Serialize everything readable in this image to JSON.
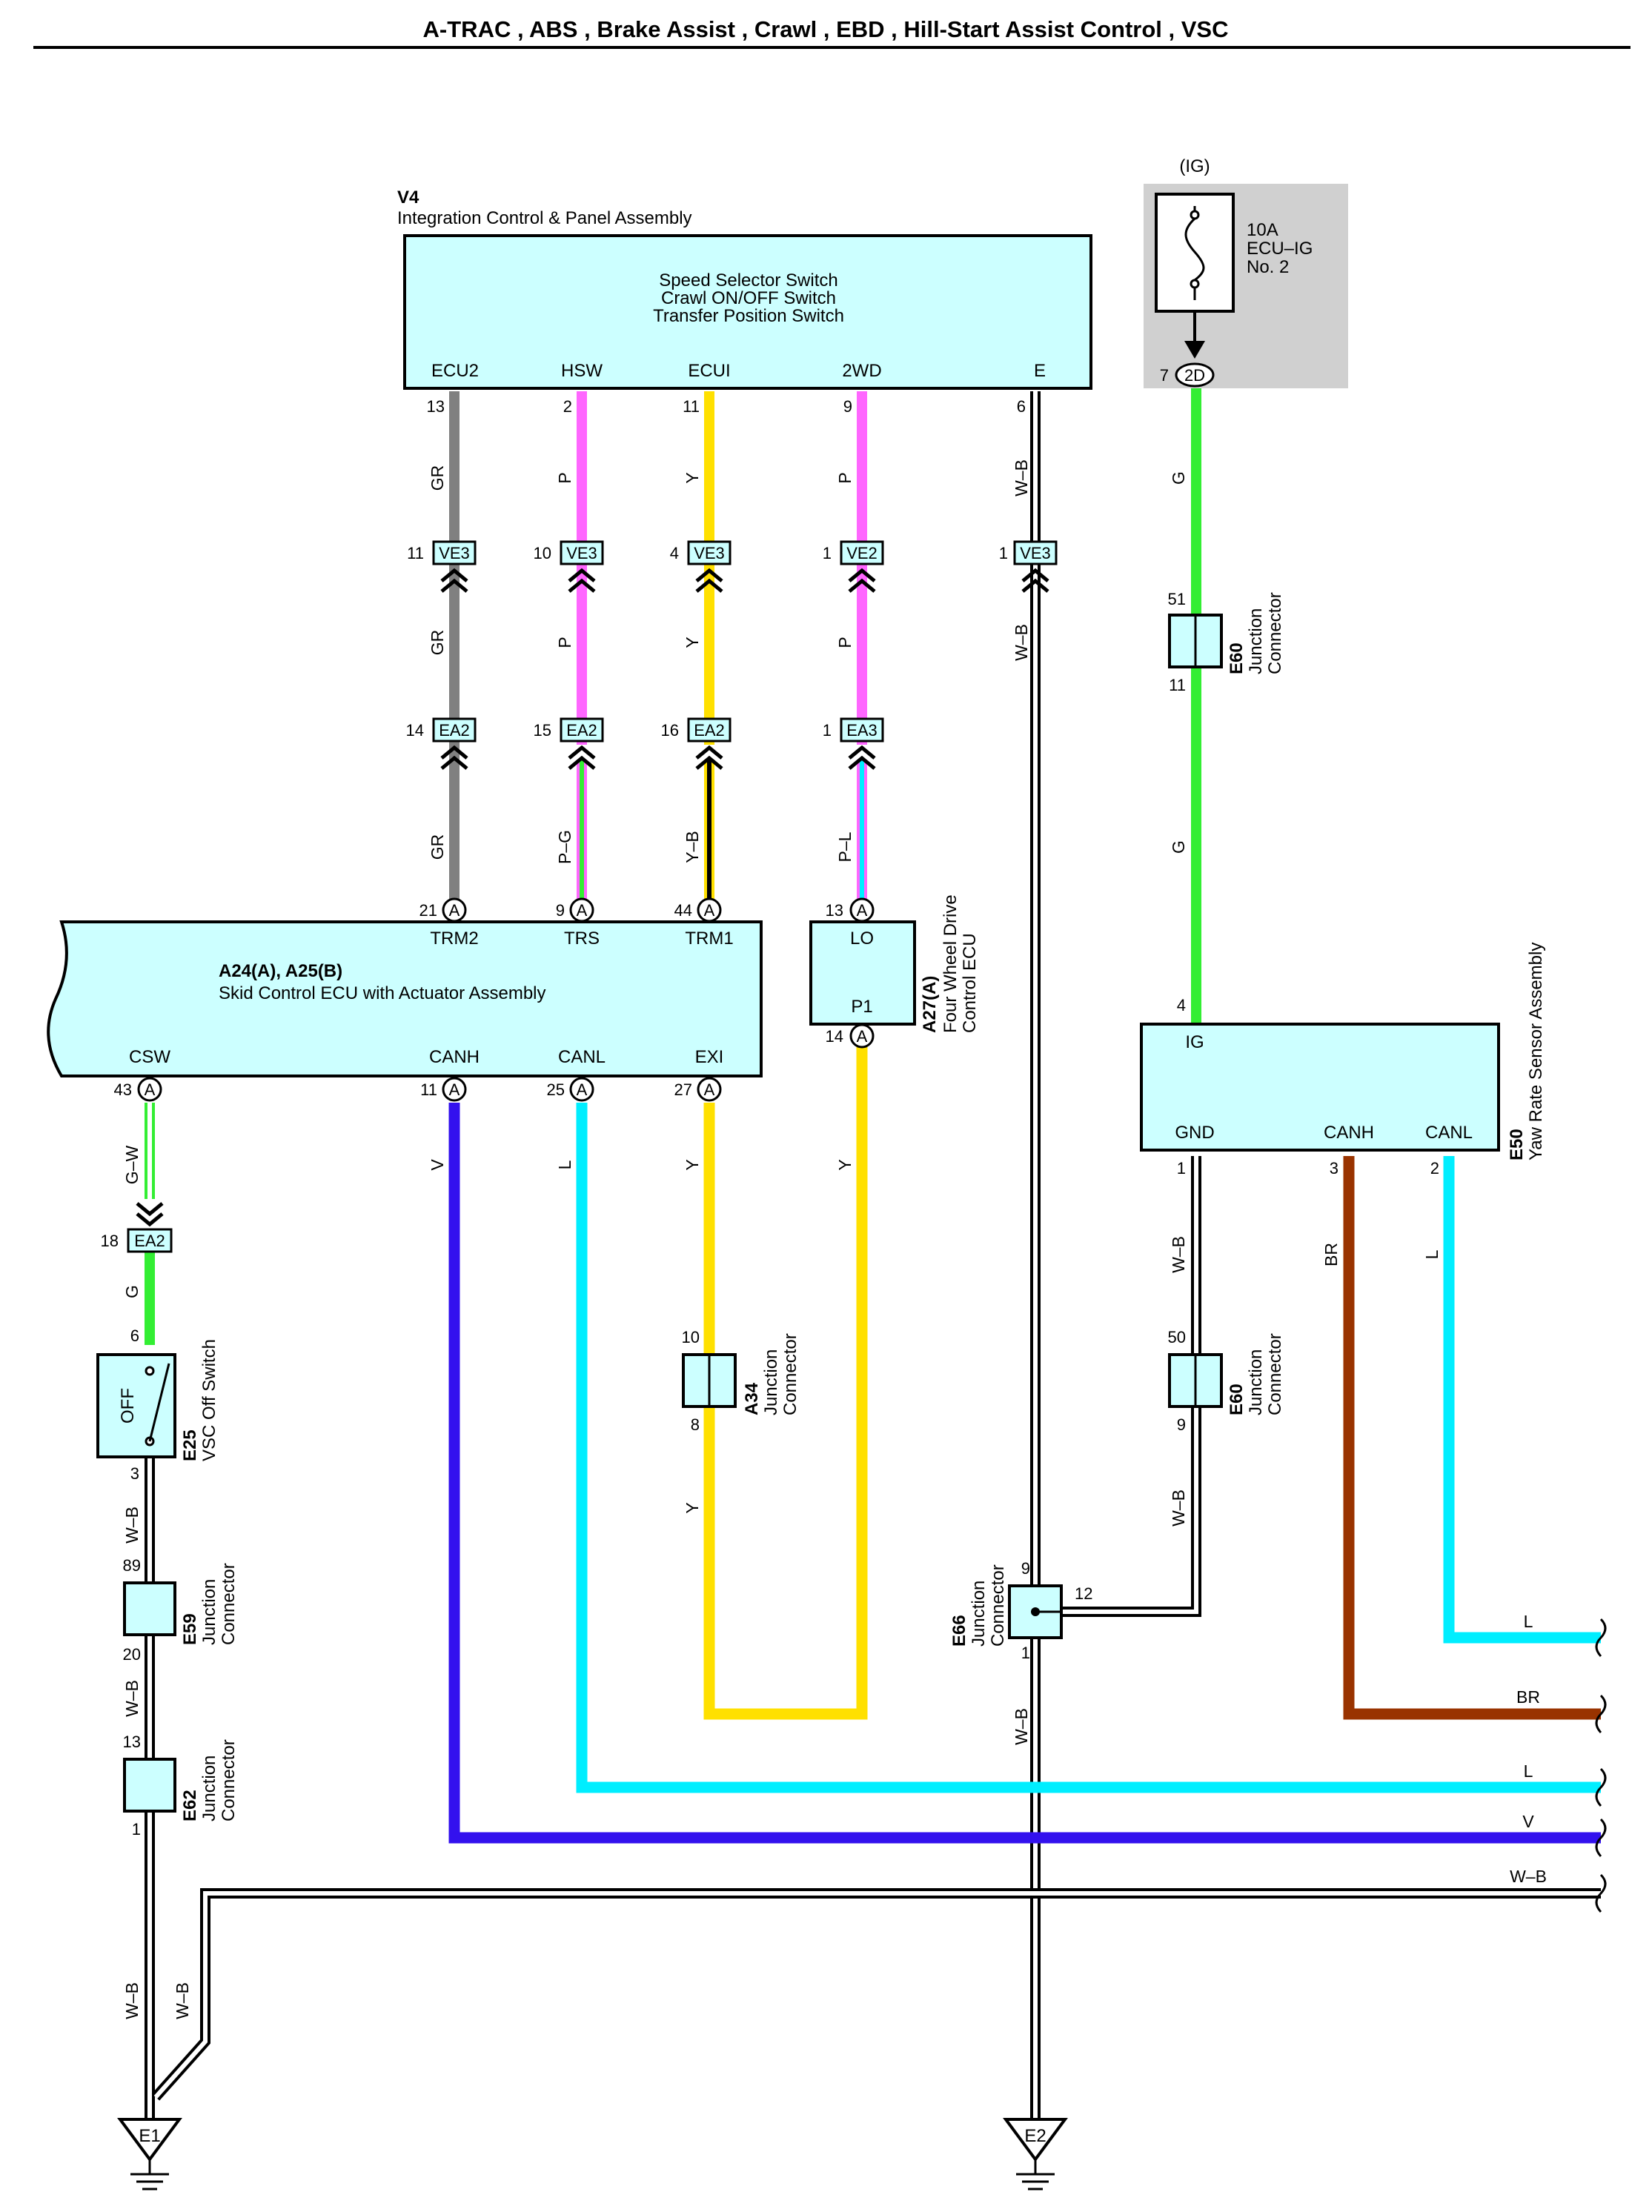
{
  "title": "A-TRAC , ABS , Brake Assist , Crawl , EBD , Hill-Start Assist Control , VSC",
  "v4": {
    "code": "V4",
    "name": "Integration Control & Panel Assembly",
    "functions": [
      "Speed Selector Switch",
      "Crawl ON/OFF Switch",
      "Transfer Position Switch"
    ],
    "terminals": [
      {
        "name": "ECU2",
        "pin": "13"
      },
      {
        "name": "HSW",
        "pin": "2"
      },
      {
        "name": "ECUI",
        "pin": "11"
      },
      {
        "name": "2WD",
        "pin": "9"
      },
      {
        "name": "E",
        "pin": "6"
      }
    ]
  },
  "fuse": {
    "header": "(IG)",
    "rating": "10A",
    "name1": "ECU–IG",
    "name2": "No. 2",
    "pin": "7",
    "connector": "2D"
  },
  "connectors_ve": [
    {
      "pin": "11",
      "code": "VE3"
    },
    {
      "pin": "10",
      "code": "VE3"
    },
    {
      "pin": "4",
      "code": "VE3"
    },
    {
      "pin": "1",
      "code": "VE2"
    },
    {
      "pin": "1",
      "code": "VE3"
    }
  ],
  "connectors_ea": [
    {
      "pin": "14",
      "code": "EA2"
    },
    {
      "pin": "15",
      "code": "EA2"
    },
    {
      "pin": "16",
      "code": "EA2"
    },
    {
      "pin": "1",
      "code": "EA3"
    }
  ],
  "skid_ecu": {
    "code": "A24(A), A25(B)",
    "name": "Skid Control ECU with Actuator Assembly",
    "top_terminals": [
      {
        "name": "TRM2",
        "pin": "21",
        "conn": "A"
      },
      {
        "name": "TRS",
        "pin": "9",
        "conn": "A"
      },
      {
        "name": "TRM1",
        "pin": "44",
        "conn": "A"
      }
    ],
    "bottom_terminals": [
      {
        "name": "CSW",
        "pin": "43",
        "conn": "A"
      },
      {
        "name": "CANH",
        "pin": "11",
        "conn": "A"
      },
      {
        "name": "CANL",
        "pin": "25",
        "conn": "A"
      },
      {
        "name": "EXI",
        "pin": "27",
        "conn": "A"
      }
    ]
  },
  "fwd_ecu": {
    "code": "A27(A)",
    "name1": "Four Wheel Drive",
    "name2": "Control ECU",
    "t_top": "LO",
    "t_bottom": "P1",
    "pin_top": "13",
    "pin_bottom": "14",
    "conn": "A"
  },
  "yaw": {
    "code": "E50",
    "name": "Yaw Rate Sensor Assembly",
    "terminals": [
      {
        "name": "IG",
        "pin": "4"
      },
      {
        "name": "GND",
        "pin": "1"
      },
      {
        "name": "CANH",
        "pin": "3"
      },
      {
        "name": "CANL",
        "pin": "2"
      }
    ]
  },
  "junctions": {
    "e60_upper": {
      "code": "E60",
      "l1": "Junction",
      "l2": "Connector",
      "pin_top": "51",
      "pin_bottom": "11"
    },
    "e60_lower": {
      "code": "E60",
      "l1": "Junction",
      "l2": "Connector",
      "pin_top": "50",
      "pin_bottom": "9"
    },
    "a34": {
      "code": "A34",
      "l1": "Junction",
      "l2": "Connector",
      "pin_top": "10",
      "pin_bottom": "8"
    },
    "e59": {
      "code": "E59",
      "l1": "Junction",
      "l2": "Connector",
      "pin_top": "89",
      "pin_bottom": "20"
    },
    "e62": {
      "code": "E62",
      "l1": "Junction",
      "l2": "Connector",
      "pin_top": "13",
      "pin_bottom": "1"
    },
    "e66": {
      "code": "E66",
      "l1": "Junction",
      "l2": "Connector",
      "pin_top": "9",
      "pin_bottom": "1",
      "pin_side": "12"
    }
  },
  "ea2_csw": {
    "pin": "18",
    "code": "EA2"
  },
  "vsc_switch": {
    "code": "E25",
    "name": "VSC Off Switch",
    "label": "OFF",
    "pin_top": "6",
    "pin_bottom": "3"
  },
  "grounds": {
    "e1": "E1",
    "e2": "E2"
  },
  "wires": {
    "GR": "GR",
    "P": "P",
    "Y": "Y",
    "WB": "W–B",
    "G": "G",
    "PG": "P–G",
    "YB": "Y–B",
    "PL": "P–L",
    "GW": "G–W",
    "V": "V",
    "L": "L",
    "BR": "BR"
  },
  "colors": {
    "GR": "#808080",
    "P": "#ff66ff",
    "Y": "#ffe000",
    "G": "#33ee33",
    "V": "#3311ee",
    "L": "#00eeff",
    "BR": "#993300",
    "box": "#ccffff",
    "fusebg": "#d0d0d0"
  }
}
